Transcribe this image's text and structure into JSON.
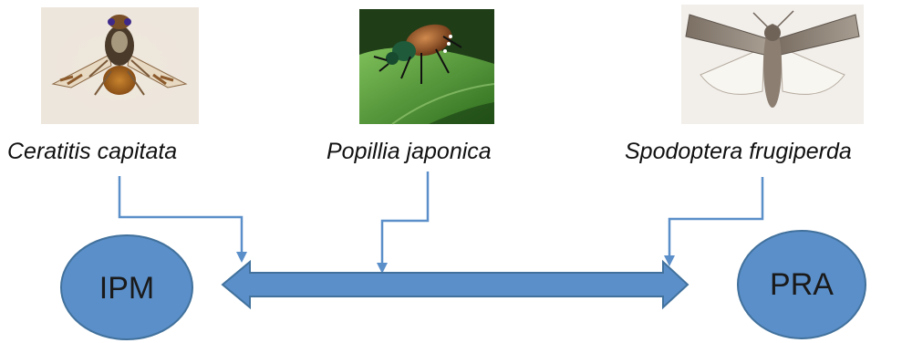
{
  "species": [
    {
      "name": "Ceratitis capitata",
      "image_icon": "fruit-fly-photo"
    },
    {
      "name": "Popillia japonica",
      "image_icon": "japanese-beetle-photo"
    },
    {
      "name": "Spodoptera frugiperda",
      "image_icon": "fall-armyworm-moth-photo"
    }
  ],
  "nodes": {
    "left": "IPM",
    "right": "PRA"
  },
  "colors": {
    "node_fill": "#5b8fc9",
    "node_stroke": "#41719c",
    "connector": "#5b8fc9",
    "arrow_fill": "#5b8fc9",
    "arrow_stroke": "#41719c"
  }
}
